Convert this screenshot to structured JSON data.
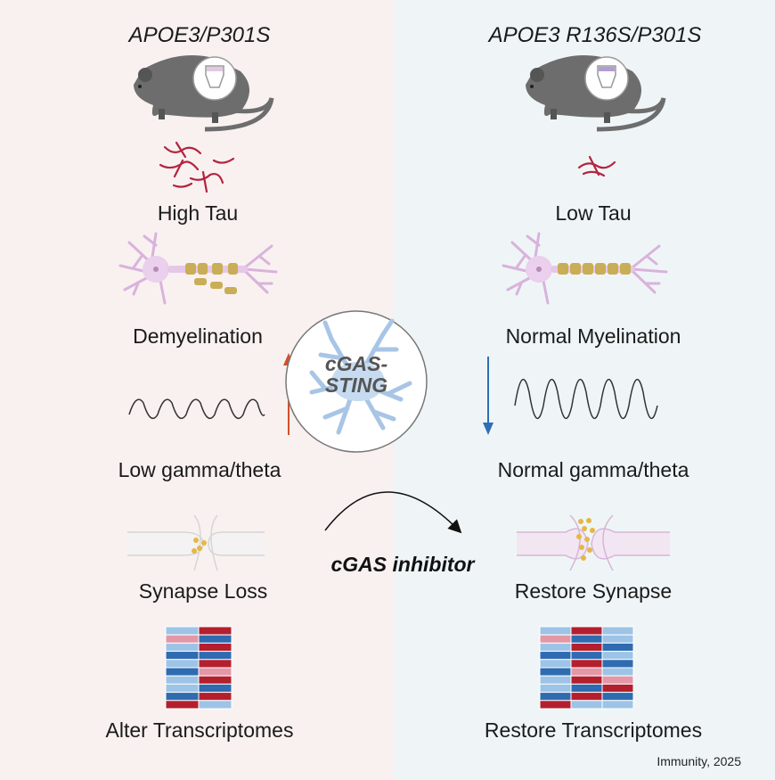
{
  "left_panel": {
    "title": "APOE3/P301S",
    "labels": [
      "High Tau",
      "Demyelination",
      "Low gamma/theta",
      "Synapse Loss",
      "Alter Transcriptomes"
    ]
  },
  "right_panel": {
    "title": "APOE3 R136S/P301S",
    "labels": [
      "Low Tau",
      "Normal Myelination",
      "Normal gamma/theta",
      "Restore Synapse",
      "Restore Transcriptomes"
    ]
  },
  "center": {
    "line1": "cGAS-",
    "line2": "STING",
    "inhibitor": "cGAS inhibitor"
  },
  "citation": "Immunity, 2025",
  "colors": {
    "tau": "#b5233f",
    "neuron": "#d9b3dc",
    "myelin": "#c9ad57",
    "up_arrow": "#d0502a",
    "down_arrow": "#2e6fb5",
    "heat_dark_red": "#b41f2e",
    "heat_light_red": "#e497a6",
    "heat_dark_blue": "#2f6bb0",
    "heat_light_blue": "#9dc4e6"
  },
  "icons": [
    "mouse-icon",
    "vial-icon",
    "tau-fibril-icon",
    "neuron-icon",
    "wave-icon",
    "synapse-icon",
    "microglia-icon",
    "heatmap-icon"
  ]
}
